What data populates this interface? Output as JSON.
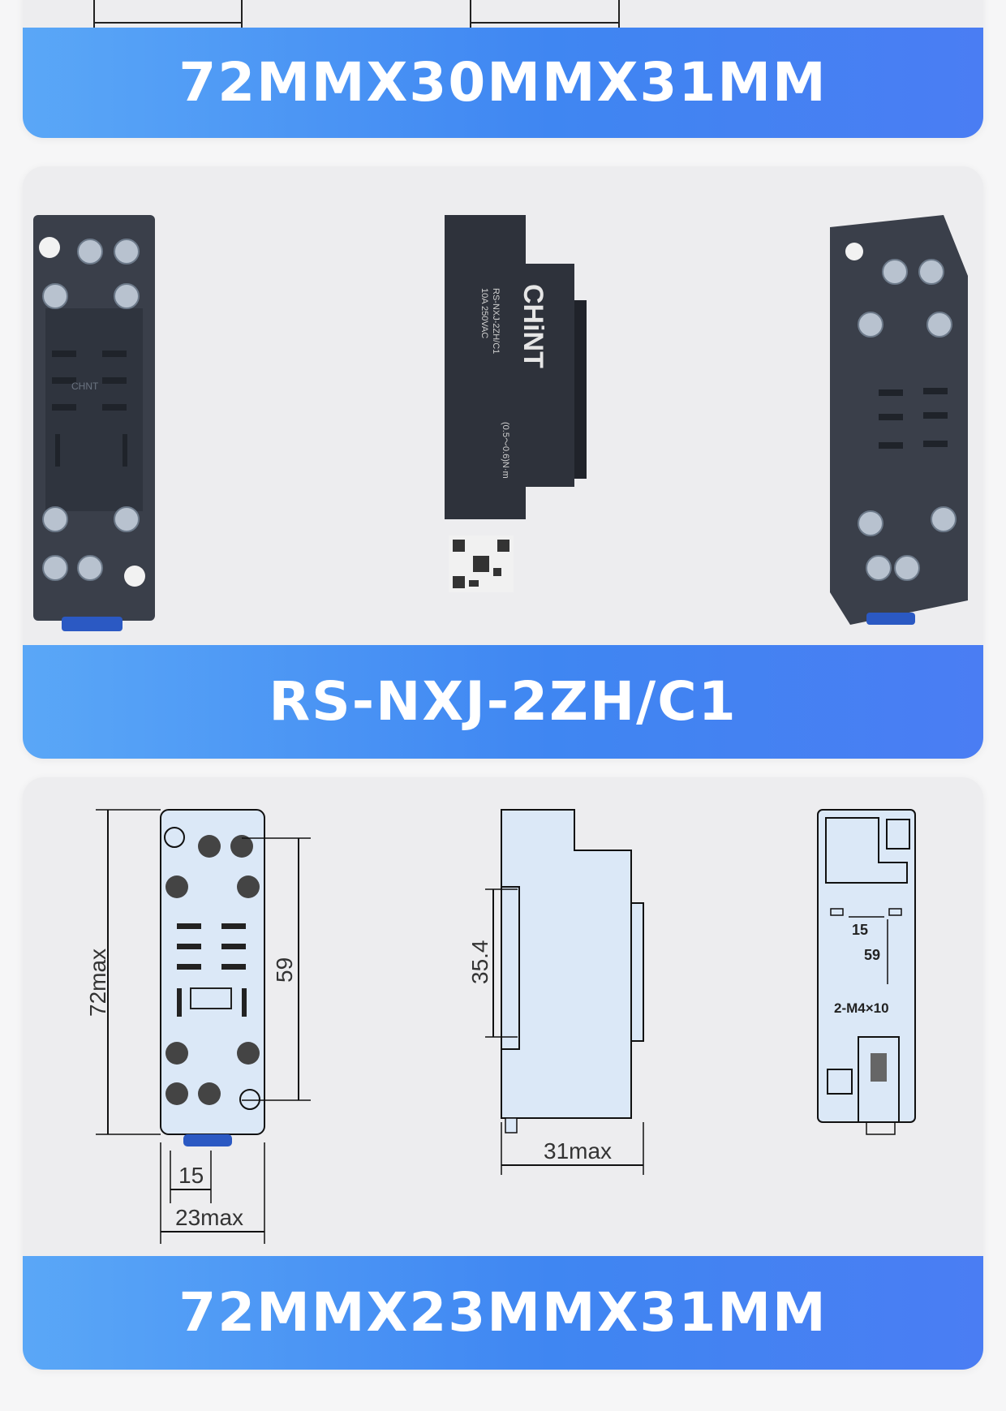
{
  "sections": [
    {
      "banner": "72MMX30MMX31MM"
    },
    {
      "banner": "RS-NXJ-2ZH/C1",
      "product_text": {
        "brand": "CHiNT",
        "model": "RS-NXJ-2ZH/C1",
        "rating": "10A 250VAC",
        "torque": "(0.5～0.6)N·m"
      }
    },
    {
      "banner": "72MMX23MMX31MM",
      "dims": {
        "height_max": "72max",
        "hole_spacing_v": "59",
        "hole_spacing_h": "15",
        "width_max": "23max",
        "rail": "35.4",
        "depth_max": "31max",
        "back_h": "15",
        "back_v": "59",
        "screw": "2-M4×10",
        "logo": "CHNT"
      }
    }
  ],
  "colors": {
    "banner_start": "#5aa7f7",
    "banner_end": "#4a7df3",
    "card_bg": "#ededef",
    "drawing_fill": "#dbe8f7"
  }
}
